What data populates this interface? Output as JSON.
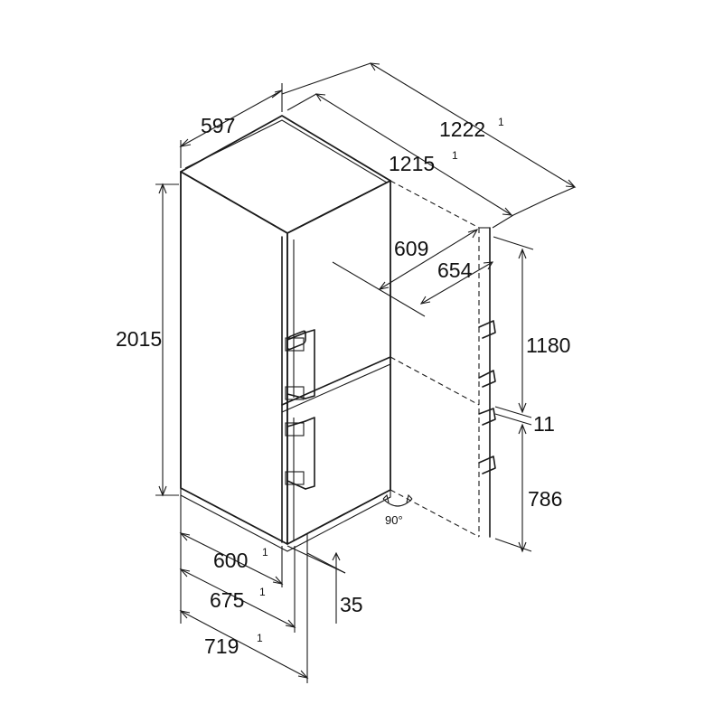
{
  "dimensions": {
    "width": "597",
    "height": "2015",
    "depth_open_total": "1222",
    "depth_open_total_note": "1",
    "depth_open_body": "1215",
    "depth_open_body_note": "1",
    "door_swing_upper": "609",
    "door_swing_lower": "654",
    "upper_door_height": "1180",
    "door_gap": "11",
    "lower_door_height": "786",
    "depth_body": "600",
    "depth_body_note": "1",
    "depth_with_door": "675",
    "depth_with_door_note": "1",
    "depth_with_handle": "719",
    "depth_with_handle_note": "1",
    "handle_projection": "35",
    "opening_angle": "90°"
  },
  "colors": {
    "line": "#1a1a1a",
    "background": "#ffffff"
  }
}
